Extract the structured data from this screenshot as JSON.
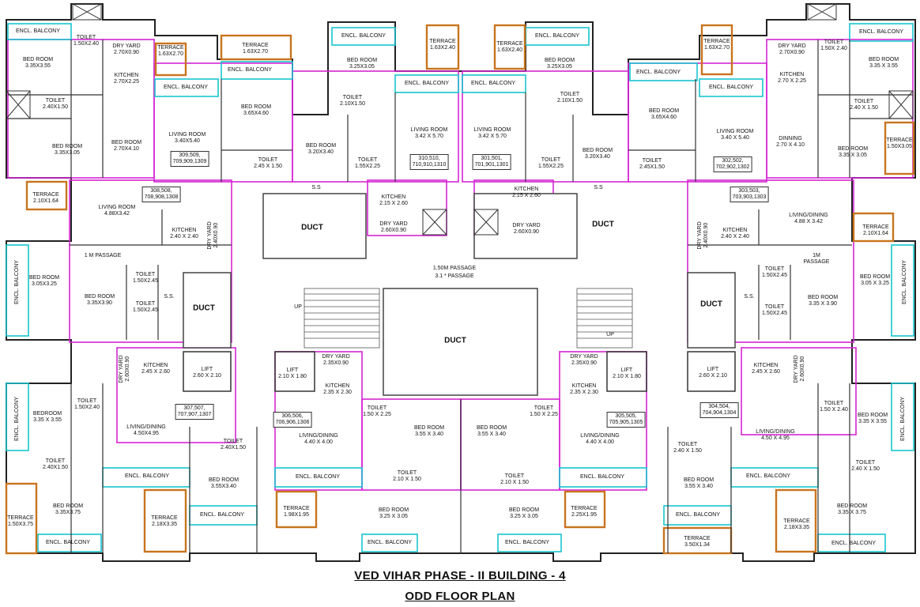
{
  "title": {
    "line1": "VED VIHAR PHASE - II BUILDING - 4",
    "line2": "ODD FLOOR PLAN"
  },
  "colors": {
    "wall": "#222222",
    "flat_outline": "#d426d4",
    "balcony_outline": "#18c4cf",
    "terrace_outline": "#c8741e",
    "duct_fill": "#ffffff"
  },
  "labels": [
    {
      "id": "encl-balcony-a1",
      "text": "ENCL. BALCONY"
    },
    {
      "id": "toilet-a1",
      "text": "TOILET\n1.50X2.40"
    },
    {
      "id": "dryyard-a1",
      "text": "DRY YARD\n2.70X0.90"
    },
    {
      "id": "terrace-a1",
      "text": "TERRACE\n1.63X2.70"
    },
    {
      "id": "bed-a1",
      "text": "BED ROOM\n3.35X3.55"
    },
    {
      "id": "kitchen-a1",
      "text": "KITCHEN\n2.70X2.25"
    },
    {
      "id": "toilet-a2",
      "text": "TOILET\n2.40X1.50"
    },
    {
      "id": "bed-a2",
      "text": "BED ROOM\n3.35X3.05"
    },
    {
      "id": "bed-a3",
      "text": "BED ROOM\n2.70X4.10"
    },
    {
      "id": "encl-balcony-a2",
      "text": "ENCL. BALCONY"
    },
    {
      "id": "living-a1",
      "text": "LIVING ROOM\n3.40X5.40"
    },
    {
      "id": "unit-309",
      "text": "309,509,\n709,909,1309"
    },
    {
      "id": "terrace-b1",
      "text": "TERRACE\n1.63X2.70"
    },
    {
      "id": "encl-balcony-b1",
      "text": "ENCL. BALCONY"
    },
    {
      "id": "bed-b1",
      "text": "BED ROOM\n3.65X4.60"
    },
    {
      "id": "toilet-b1",
      "text": "TOILET\n2.45 X 1.50"
    },
    {
      "id": "encl-balcony-c1",
      "text": "ENCL. BALCONY"
    },
    {
      "id": "terrace-c1",
      "text": "TERRACE\n1.63X2.40"
    },
    {
      "id": "bed-c1",
      "text": "BED ROOM\n3.25X3.05"
    },
    {
      "id": "toilet-c1",
      "text": "TOILET\n2.10X1.50"
    },
    {
      "id": "encl-balcony-c2",
      "text": "ENCL. BALCONY"
    },
    {
      "id": "living-c1",
      "text": "LIVING ROOM\n3.42 X 5.70"
    },
    {
      "id": "bed-c2",
      "text": "BED ROOM\n3.20X3.40"
    },
    {
      "id": "toilet-c2",
      "text": "TOILET\n1.55X2.25"
    },
    {
      "id": "unit-310",
      "text": "310,510,\n710,910,1310"
    },
    {
      "id": "kitchen-c1",
      "text": "KITCHEN\n2.15 X 2.60"
    },
    {
      "id": "dryyard-c1",
      "text": "DRY YARD\n2.60X0.90"
    },
    {
      "id": "terrace-d1",
      "text": "TERRACE\n1.63X2.40"
    },
    {
      "id": "encl-balcony-d1",
      "text": "ENCL. BALCONY"
    },
    {
      "id": "bed-d1",
      "text": "BED ROOM\n3.25X3.05"
    },
    {
      "id": "toilet-d1",
      "text": "TOILET\n2.10X1.50"
    },
    {
      "id": "encl-balcony-d2",
      "text": "ENCL. BALCONY"
    },
    {
      "id": "living-d1",
      "text": "LIVING ROOM\n3.42 X 5.70"
    },
    {
      "id": "unit-301",
      "text": "301,501,\n701,901,1301"
    },
    {
      "id": "toilet-d2",
      "text": "TOILET\n1.55X2.25"
    },
    {
      "id": "bed-d2",
      "text": "BED ROOM\n3.20X3.40"
    },
    {
      "id": "kitchen-d1",
      "text": "KITCHEN\n2.15 X 2.60"
    },
    {
      "id": "dryyard-d1",
      "text": "DRY YARD\n2.60X0.90"
    },
    {
      "id": "encl-balcony-e1",
      "text": "ENCL. BALCONY"
    },
    {
      "id": "bed-e1",
      "text": "BED ROOM\n3.65X4.60"
    },
    {
      "id": "toilet-e1",
      "text": "TOILET\n2.45X1.50"
    },
    {
      "id": "terrace-e1",
      "text": "TERRACE\n1.63X2.70"
    },
    {
      "id": "encl-balcony-e2",
      "text": "ENCL. BALCONY"
    },
    {
      "id": "living-e1",
      "text": "LIVING ROOM\n3.40 X 5.40"
    },
    {
      "id": "unit-302",
      "text": "302,502,\n702,902,1302"
    },
    {
      "id": "dryyard-f1",
      "text": "DRY YARD\n2.70X0.90"
    },
    {
      "id": "toilet-f1",
      "text": "TOILET\n1.50X 2.40"
    },
    {
      "id": "encl-balcony-f1",
      "text": "ENCL. BALCONY"
    },
    {
      "id": "kitchen-f1",
      "text": "KITCHEN\n2.70 X 2.25"
    },
    {
      "id": "bed-f1",
      "text": "BED ROOM\n3.35 X 3.55"
    },
    {
      "id": "toilet-f2",
      "text": "TOILET\n2.40 X 1.50"
    },
    {
      "id": "dinning-f1",
      "text": "DINNING\n2.70 X 4.10"
    },
    {
      "id": "bed-f2",
      "text": "BED ROOM\n3.35 X 3.05"
    },
    {
      "id": "terrace-f1",
      "text": "TERRACE\n1.50X3.05"
    },
    {
      "id": "terrace-g1",
      "text": "TERRACE\n2.10X1.64"
    },
    {
      "id": "unit-308",
      "text": "308,508,\n708,908,1308"
    },
    {
      "id": "living-g1",
      "text": "LIVING ROOM\n4.88X3.42"
    },
    {
      "id": "kitchen-g1",
      "text": "KITCHEN\n2.40 X 2.40"
    },
    {
      "id": "dryyard-g1",
      "text": "DRY YARD\n2.40X0.90"
    },
    {
      "id": "passage-g1",
      "text": "1 M PASSAGE"
    },
    {
      "id": "encl-balcony-g1",
      "text": "ENCL. BALCONY"
    },
    {
      "id": "bed-g1",
      "text": "BED ROOM\n3.05X3.25"
    },
    {
      "id": "bed-g2",
      "text": "BED ROOM\n3.35X3.90"
    },
    {
      "id": "toilet-g1",
      "text": "TOILET\n1.50X2.45"
    },
    {
      "id": "toilet-g2",
      "text": "TOILET\n1.50X2.45"
    },
    {
      "id": "duct-1",
      "text": "DUCT"
    },
    {
      "id": "duct-2",
      "text": "DUCT"
    },
    {
      "id": "duct-3",
      "text": "DUCT"
    },
    {
      "id": "duct-4",
      "text": "DUCT"
    },
    {
      "id": "duct-5",
      "text": "DUCT"
    },
    {
      "id": "passage-center",
      "text": "1.50M PASSAGE"
    },
    {
      "id": "passage-center-2",
      "text": "3.1 * PASSAGE"
    },
    {
      "id": "up-1",
      "text": "UP"
    },
    {
      "id": "up-2",
      "text": "UP"
    },
    {
      "id": "ss-1",
      "text": "S.S"
    },
    {
      "id": "ss-2",
      "text": "S.S"
    },
    {
      "id": "ss-3",
      "text": "S.S."
    },
    {
      "id": "ss-4",
      "text": "S.S."
    },
    {
      "id": "unit-303",
      "text": "303,503,\n703,903,1303"
    },
    {
      "id": "living-h1",
      "text": "LIVING/DINING\n4.88 X 3.42"
    },
    {
      "id": "terrace-h1",
      "text": "TERRACE\n2.10X1.64"
    },
    {
      "id": "dryyard-h1",
      "text": "DRY YARD\n2.40X0.90"
    },
    {
      "id": "kitchen-h1",
      "text": "KITCHEN\n2.40 X 2.40"
    },
    {
      "id": "passage-h1",
      "text": "1M\nPASSAGE"
    },
    {
      "id": "toilet-h1",
      "text": "TOILET\n1.50X2.45"
    },
    {
      "id": "toilet-h2",
      "text": "TOILET\n1.50X2.45"
    },
    {
      "id": "bed-h1",
      "text": "BED ROOM\n3.35 X 3.90"
    },
    {
      "id": "bed-h2",
      "text": "BED ROOM\n3.05 X 3.25"
    },
    {
      "id": "encl-balcony-h1",
      "text": "ENCL. BALCONY"
    },
    {
      "id": "dryyard-i1",
      "text": "DRY YARD\n2.60X0.90"
    },
    {
      "id": "kitchen-i1",
      "text": "KITCHEN\n2.45 X 2.60"
    },
    {
      "id": "lift-1",
      "text": "LIFT\n2.60 X 2.10"
    },
    {
      "id": "unit-307",
      "text": "307,507,\n707,907,1307"
    },
    {
      "id": "encl-balcony-i1",
      "text": "ENCL. BALCONY"
    },
    {
      "id": "toilet-i1",
      "text": "TOILET\n1.50X2.40"
    },
    {
      "id": "bedroom-i1",
      "text": "BEDROOM\n3.35 X 3.55"
    },
    {
      "id": "living-i1",
      "text": "LIVING/DINING\n4.50X4.95"
    },
    {
      "id": "toilet-i2",
      "text": "TOILET\n2.40X1.50"
    },
    {
      "id": "toilet-i3",
      "text": "TOILET\n2.40X1.50"
    },
    {
      "id": "encl-balcony-i2",
      "text": "ENCL. BALCONY"
    },
    {
      "id": "bed-i1",
      "text": "BED ROOM\n3.55X3.40"
    },
    {
      "id": "bed-i2",
      "text": "BED ROOM\n3.35X3.75"
    },
    {
      "id": "terrace-i1",
      "text": "TERRACE\n1.50X3.75"
    },
    {
      "id": "terrace-i2",
      "text": "TERRACE\n2.18X3.35"
    },
    {
      "id": "encl-balcony-i3",
      "text": "ENCL. BALCONY"
    },
    {
      "id": "encl-balcony-i4",
      "text": "ENCL. BALCONY"
    },
    {
      "id": "lift-2",
      "text": "LIFT\n2.10 X 1.80"
    },
    {
      "id": "dryyard-j1",
      "text": "DRY YARD\n2.35X0.90"
    },
    {
      "id": "kitchen-j1",
      "text": "KITCHEN\n2.35 X 2.30"
    },
    {
      "id": "unit-306",
      "text": "306,506,\n706,906,1306"
    },
    {
      "id": "living-j1",
      "text": "LIVING/DINING\n4.40 X 4.00"
    },
    {
      "id": "toilet-j1",
      "text": "TOILET\n1.50 X 2.25"
    },
    {
      "id": "bed-j1",
      "text": "BED ROOM\n3.55 X 3.40"
    },
    {
      "id": "toilet-j2",
      "text": "TOILET\n2.10 X 1.50"
    },
    {
      "id": "encl-balcony-j1",
      "text": "ENCL. BALCONY"
    },
    {
      "id": "terrace-j1",
      "text": "TERRACE\n1.98X1.95"
    },
    {
      "id": "bed-j2",
      "text": "BED ROOM\n3.25 X 3.05"
    },
    {
      "id": "encl-balcony-j2",
      "text": "ENCL. BALCONY"
    },
    {
      "id": "bed-k1",
      "text": "BED ROOM\n3.55 X 3.40"
    },
    {
      "id": "toilet-k1",
      "text": "TOILET\n1.50 X 2.25"
    },
    {
      "id": "toilet-k2",
      "text": "TOILET\n2.10 X 1.50"
    },
    {
      "id": "bed-k2",
      "text": "BED ROOM\n3.25 X 3.05"
    },
    {
      "id": "terrace-k1",
      "text": "TERRACE\n2.25X1.95"
    },
    {
      "id": "encl-balcony-k1",
      "text": "ENCL. BALCONY"
    },
    {
      "id": "dryyard-k1",
      "text": "DRY YARD\n2.35X0.90"
    },
    {
      "id": "lift-3",
      "text": "LIFT\n2.10 X 1.80"
    },
    {
      "id": "kitchen-k1",
      "text": "KITCHEN\n2.35 X 2.30"
    },
    {
      "id": "unit-305",
      "text": "305,505,\n705,905,1305"
    },
    {
      "id": "living-k1",
      "text": "LIVING/DINING\n4.40 X 4.00"
    },
    {
      "id": "encl-balcony-k2",
      "text": "ENCL. BALCONY"
    },
    {
      "id": "lift-4",
      "text": "LIFT\n2.60 X 2.10"
    },
    {
      "id": "kitchen-l1",
      "text": "KITCHEN\n2.45 X 2.60"
    },
    {
      "id": "dryyard-l1",
      "text": "DRY YARD\n2.60X0.90"
    },
    {
      "id": "unit-304",
      "text": "304,504,\n704,904,1304"
    },
    {
      "id": "toilet-l1",
      "text": "TOILET\n2.40 X 1.50"
    },
    {
      "id": "living-l1",
      "text": "LIVING/DINING\n4.50 X 4.95"
    },
    {
      "id": "bed-l1",
      "text": "BED ROOM\n3.55 X 3.40"
    },
    {
      "id": "encl-balcony-l1",
      "text": "ENCL. BALCONY"
    },
    {
      "id": "terrace-l1",
      "text": "TERRACE\n3.50X1.34"
    },
    {
      "id": "encl-balcony-l2",
      "text": "ENCL. BALCONY"
    },
    {
      "id": "toilet-l2",
      "text": "TOILET\n1.50 X 2.40"
    },
    {
      "id": "bed-l2",
      "text": "BED ROOM\n3.35 X 3.55"
    },
    {
      "id": "encl-balcony-l3",
      "text": "ENCL. BALCONY"
    },
    {
      "id": "toilet-l3",
      "text": "TOILET\n2.40 X 1.50"
    },
    {
      "id": "bed-l3",
      "text": "BED ROOM\n3.35 X 3.75"
    },
    {
      "id": "terrace-l2",
      "text": "TERRACE\n2.18X3.35"
    },
    {
      "id": "encl-balcony-l4",
      "text": "ENCL. BALCONY"
    }
  ]
}
